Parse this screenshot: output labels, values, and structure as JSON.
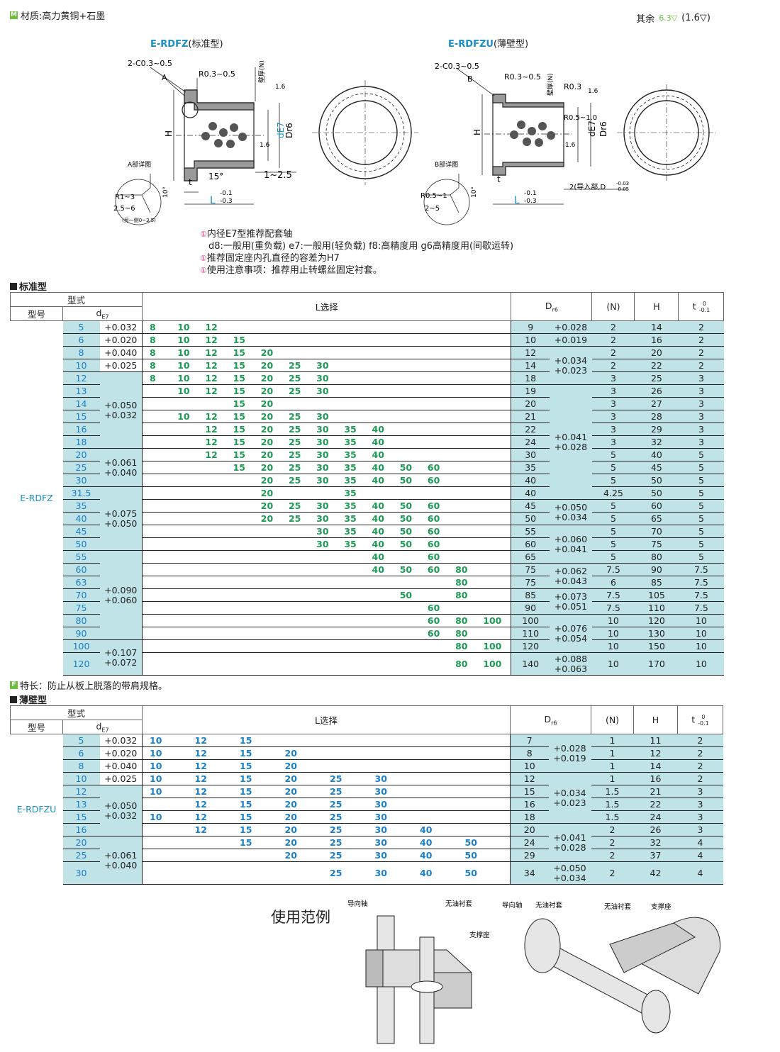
{
  "material": {
    "badge": "M",
    "label": "材质:高力黄铜+石墨"
  },
  "roughness": {
    "prefix": "其余",
    "main": "6.3",
    "alt": "1.6"
  },
  "drawing_std": {
    "title_code": "E-RDFZ",
    "title_type": "(标准型)",
    "chamfer": "2-C0.3~0.5",
    "detail_letter": "A",
    "radius": "R0.3~0.5",
    "wall": "壁厚(N)",
    "finish": "1.6",
    "H": "H",
    "dE7": "dE7",
    "Dr6": "Dr6",
    "angle": "15°",
    "range": "1~2.5",
    "t": "t",
    "L": "L",
    "tol_upper": "-0.1",
    "tol_lower": "-0.3",
    "detail_title": "A部详图",
    "detail_r": "R1~3",
    "detail_w": "2.5~6",
    "detail_note": "(另一侧0~3.5)",
    "detail_ang": "10°"
  },
  "drawing_thin": {
    "title_code": "E-RDFZU",
    "title_type": "(薄壁型)",
    "chamfer": "2-C0.3~0.5",
    "detail_letter": "B",
    "radius": "R0.3~0.5",
    "wall": "壁厚(N)",
    "r2": "R0.3",
    "r3": "R0.5~1.0",
    "finish": "1.6",
    "H": "H",
    "dE7": "dE7",
    "Dr6": "Dr6",
    "t": "t",
    "L": "L",
    "tol_upper": "-0.1",
    "tol_lower": "-0.3",
    "lead": "2(导入部,D",
    "lead_tol_upper": "-0.03",
    "lead_tol_lower": "-0.05",
    "detail_title": "B部详图",
    "detail_r": "R0.5~1",
    "detail_w": "2~5",
    "detail_ang": "10°"
  },
  "notes": [
    {
      "badge": "①",
      "text": "内径E7型推荐配套轴"
    },
    {
      "badge": "",
      "text": "d8:一般用(重负载)   e7:一般用(轻负载)   f8:高精度用   g6高精度用(间歇运转)"
    },
    {
      "badge": "①",
      "text": "推荐固定座内孔直径的容差为H7"
    },
    {
      "badge": "①",
      "text": "使用注意事项：推荐用止转螺丝固定衬套。"
    }
  ],
  "headers": {
    "type": "型式",
    "model": "型号",
    "d": "dE7",
    "L": "L选择",
    "D": "Dr6",
    "N": "(N)",
    "H": "H",
    "t": "t",
    "t_upper": "0",
    "t_lower": "-0.1"
  },
  "standard": {
    "section": "标准型",
    "model": "E-RDFZ",
    "rows": [
      {
        "d": "5",
        "L": [
          "8",
          "10",
          "12",
          "",
          "",
          "",
          "",
          "",
          "",
          "",
          "",
          ""
        ],
        "D": "9",
        "N": "2",
        "H": "14",
        "t": "2"
      },
      {
        "d": "6",
        "L": [
          "8",
          "10",
          "12",
          "15",
          "",
          "",
          "",
          "",
          "",
          "",
          "",
          ""
        ],
        "D": "10",
        "N": "2",
        "H": "16",
        "t": "2"
      },
      {
        "d": "8",
        "L": [
          "8",
          "10",
          "12",
          "15",
          "20",
          "",
          "",
          "",
          "",
          "",
          "",
          ""
        ],
        "D": "12",
        "N": "2",
        "H": "20",
        "t": "2"
      },
      {
        "d": "10",
        "L": [
          "8",
          "10",
          "12",
          "15",
          "20",
          "25",
          "30",
          "",
          "",
          "",
          "",
          ""
        ],
        "D": "14",
        "N": "2",
        "H": "22",
        "t": "2"
      },
      {
        "d": "12",
        "L": [
          "8",
          "10",
          "12",
          "15",
          "20",
          "25",
          "30",
          "",
          "",
          "",
          "",
          ""
        ],
        "D": "18",
        "N": "3",
        "H": "25",
        "t": "3"
      },
      {
        "d": "13",
        "L": [
          "",
          "10",
          "12",
          "15",
          "20",
          "25",
          "30",
          "",
          "",
          "",
          "",
          ""
        ],
        "D": "19",
        "N": "3",
        "H": "26",
        "t": "3"
      },
      {
        "d": "14",
        "L": [
          "",
          "",
          "",
          "15",
          "20",
          "",
          "",
          "",
          "",
          "",
          "",
          ""
        ],
        "D": "20",
        "N": "3",
        "H": "27",
        "t": "3"
      },
      {
        "d": "15",
        "L": [
          "",
          "10",
          "12",
          "15",
          "20",
          "25",
          "30",
          "",
          "",
          "",
          "",
          ""
        ],
        "D": "21",
        "N": "3",
        "H": "28",
        "t": "3"
      },
      {
        "d": "16",
        "L": [
          "",
          "",
          "12",
          "15",
          "20",
          "25",
          "30",
          "35",
          "40",
          "",
          "",
          ""
        ],
        "D": "22",
        "N": "3",
        "H": "29",
        "t": "3"
      },
      {
        "d": "18",
        "L": [
          "",
          "",
          "12",
          "15",
          "20",
          "25",
          "30",
          "35",
          "40",
          "",
          "",
          ""
        ],
        "D": "24",
        "N": "3",
        "H": "32",
        "t": "3"
      },
      {
        "d": "20",
        "L": [
          "",
          "",
          "12",
          "15",
          "20",
          "25",
          "30",
          "35",
          "40",
          "",
          "",
          ""
        ],
        "D": "30",
        "N": "5",
        "H": "40",
        "t": "5"
      },
      {
        "d": "25",
        "L": [
          "",
          "",
          "",
          "15",
          "20",
          "25",
          "30",
          "35",
          "40",
          "50",
          "60",
          ""
        ],
        "D": "35",
        "N": "5",
        "H": "45",
        "t": "5"
      },
      {
        "d": "30",
        "L": [
          "",
          "",
          "",
          "",
          "20",
          "25",
          "30",
          "35",
          "40",
          "50",
          "60",
          ""
        ],
        "D": "40",
        "N": "5",
        "H": "50",
        "t": "5"
      },
      {
        "d": "31.5",
        "L": [
          "",
          "",
          "",
          "",
          "20",
          "",
          "",
          "35",
          "",
          "",
          "",
          ""
        ],
        "D": "40",
        "N": "4.25",
        "H": "50",
        "t": "5"
      },
      {
        "d": "35",
        "L": [
          "",
          "",
          "",
          "",
          "20",
          "25",
          "30",
          "35",
          "40",
          "50",
          "60",
          ""
        ],
        "D": "45",
        "N": "5",
        "H": "60",
        "t": "5"
      },
      {
        "d": "40",
        "L": [
          "",
          "",
          "",
          "",
          "20",
          "25",
          "30",
          "35",
          "40",
          "50",
          "60",
          ""
        ],
        "D": "50",
        "N": "5",
        "H": "65",
        "t": "5"
      },
      {
        "d": "45",
        "L": [
          "",
          "",
          "",
          "",
          "",
          "",
          "30",
          "35",
          "40",
          "50",
          "60",
          ""
        ],
        "D": "55",
        "N": "5",
        "H": "70",
        "t": "5"
      },
      {
        "d": "50",
        "L": [
          "",
          "",
          "",
          "",
          "",
          "",
          "30",
          "35",
          "40",
          "50",
          "60",
          ""
        ],
        "D": "60",
        "N": "5",
        "H": "75",
        "t": "5"
      },
      {
        "d": "55",
        "L": [
          "",
          "",
          "",
          "",
          "",
          "",
          "",
          "",
          "40",
          "",
          "60",
          ""
        ],
        "D": "65",
        "N": "5",
        "H": "80",
        "t": "5"
      },
      {
        "d": "60",
        "L": [
          "",
          "",
          "",
          "",
          "",
          "",
          "",
          "",
          "40",
          "50",
          "60",
          "80"
        ],
        "D": "75",
        "N": "7.5",
        "H": "90",
        "t": "7.5"
      },
      {
        "d": "63",
        "L": [
          "",
          "",
          "",
          "",
          "",
          "",
          "",
          "",
          "",
          "",
          "",
          "80"
        ],
        "D": "75",
        "N": "6",
        "H": "85",
        "t": "7.5"
      },
      {
        "d": "70",
        "L": [
          "",
          "",
          "",
          "",
          "",
          "",
          "",
          "",
          "",
          "50",
          "",
          "80"
        ],
        "D": "85",
        "N": "7.5",
        "H": "105",
        "t": "7.5"
      },
      {
        "d": "75",
        "L": [
          "",
          "",
          "",
          "",
          "",
          "",
          "",
          "",
          "",
          "",
          "60",
          ""
        ],
        "D": "90",
        "N": "7.5",
        "H": "110",
        "t": "7.5"
      },
      {
        "d": "80",
        "L": [
          "",
          "",
          "",
          "",
          "",
          "",
          "",
          "",
          "",
          "",
          "60",
          "80",
          "100"
        ],
        "D": "100",
        "N": "10",
        "H": "120",
        "t": "10"
      },
      {
        "d": "90",
        "L": [
          "",
          "",
          "",
          "",
          "",
          "",
          "",
          "",
          "",
          "",
          "60",
          "80",
          ""
        ],
        "D": "110",
        "N": "10",
        "H": "130",
        "t": "10"
      },
      {
        "d": "100",
        "L": [
          "",
          "",
          "",
          "",
          "",
          "",
          "",
          "",
          "",
          "",
          "",
          "80",
          "100"
        ],
        "D": "120",
        "N": "10",
        "H": "150",
        "t": "10"
      },
      {
        "d": "120",
        "L": [
          "",
          "",
          "",
          "",
          "",
          "",
          "",
          "",
          "",
          "",
          "",
          "80",
          "100"
        ],
        "D": "140",
        "N": "10",
        "H": "170",
        "t": "10"
      }
    ],
    "dtol": [
      {
        "start": 0,
        "span": 1,
        "u": "+0.032",
        "l": ""
      },
      {
        "start": 1,
        "span": 1,
        "u": "+0.020",
        "l": ""
      },
      {
        "start": 2,
        "span": 1,
        "u": "+0.040",
        "l": ""
      },
      {
        "start": 3,
        "span": 1,
        "u": "+0.025",
        "l": ""
      },
      {
        "start": 4,
        "span": 6,
        "u": "+0.050",
        "l": "+0.032"
      },
      {
        "start": 10,
        "span": 3,
        "u": "+0.061",
        "l": "+0.040"
      },
      {
        "start": 13,
        "span": 5,
        "u": "+0.075",
        "l": "+0.050"
      },
      {
        "start": 18,
        "span": 7,
        "u": "+0.090",
        "l": "+0.060"
      },
      {
        "start": 25,
        "span": 2,
        "u": "+0.107",
        "l": "+0.072"
      }
    ],
    "Dtol": [
      {
        "start": 0,
        "span": 1,
        "u": "+0.028",
        "l": ""
      },
      {
        "start": 1,
        "span": 1,
        "u": "+0.019",
        "l": ""
      },
      {
        "start": 2,
        "span": 3,
        "u": "+0.034",
        "l": "+0.023"
      },
      {
        "start": 5,
        "span": 9,
        "u": "+0.041",
        "l": "+0.028"
      },
      {
        "start": 14,
        "span": 2,
        "u": "+0.050",
        "l": "+0.034"
      },
      {
        "start": 16,
        "span": 3,
        "u": "+0.060",
        "l": "+0.041"
      },
      {
        "start": 19,
        "span": 2,
        "u": "+0.062",
        "l": "+0.043"
      },
      {
        "start": 21,
        "span": 2,
        "u": "+0.073",
        "l": "+0.051"
      },
      {
        "start": 23,
        "span": 3,
        "u": "+0.076",
        "l": "+0.054"
      },
      {
        "start": 26,
        "span": 1,
        "u": "+0.088",
        "l": "+0.063"
      }
    ]
  },
  "feature": {
    "badge": "F",
    "text": "特长：防止从板上脱落的带肩规格。"
  },
  "thin": {
    "section": "薄壁型",
    "model": "E-RDFZU",
    "rows": [
      {
        "d": "5",
        "L": [
          "10",
          "12",
          "15",
          "",
          "",
          "",
          "",
          ""
        ],
        "D": "7",
        "N": "1",
        "H": "11",
        "t": "2"
      },
      {
        "d": "6",
        "L": [
          "10",
          "12",
          "15",
          "20",
          "",
          "",
          "",
          ""
        ],
        "D": "8",
        "N": "1",
        "H": "12",
        "t": "2"
      },
      {
        "d": "8",
        "L": [
          "10",
          "12",
          "15",
          "20",
          "",
          "",
          "",
          ""
        ],
        "D": "10",
        "N": "1",
        "H": "14",
        "t": "2"
      },
      {
        "d": "10",
        "L": [
          "10",
          "12",
          "15",
          "20",
          "25",
          "30",
          "",
          ""
        ],
        "D": "12",
        "N": "1",
        "H": "16",
        "t": "2"
      },
      {
        "d": "12",
        "L": [
          "10",
          "12",
          "15",
          "20",
          "25",
          "30",
          "",
          ""
        ],
        "D": "15",
        "N": "1.5",
        "H": "21",
        "t": "3"
      },
      {
        "d": "13",
        "L": [
          "",
          "12",
          "15",
          "20",
          "25",
          "30",
          "",
          ""
        ],
        "D": "16",
        "N": "1.5",
        "H": "22",
        "t": "3"
      },
      {
        "d": "15",
        "L": [
          "10",
          "12",
          "15",
          "20",
          "25",
          "30",
          "",
          ""
        ],
        "D": "18",
        "N": "1.5",
        "H": "24",
        "t": "3"
      },
      {
        "d": "16",
        "L": [
          "",
          "12",
          "15",
          "20",
          "25",
          "30",
          "40",
          ""
        ],
        "D": "20",
        "N": "2",
        "H": "26",
        "t": "3"
      },
      {
        "d": "20",
        "L": [
          "",
          "",
          "15",
          "20",
          "25",
          "30",
          "40",
          "50"
        ],
        "D": "24",
        "N": "2",
        "H": "32",
        "t": "4"
      },
      {
        "d": "25",
        "L": [
          "",
          "",
          "",
          "20",
          "25",
          "30",
          "40",
          "50"
        ],
        "D": "29",
        "N": "2",
        "H": "37",
        "t": "4"
      },
      {
        "d": "30",
        "L": [
          "",
          "",
          "",
          "",
          "25",
          "30",
          "40",
          "50"
        ],
        "D": "34",
        "N": "2",
        "H": "42",
        "t": "4"
      }
    ],
    "dtol": [
      {
        "start": 0,
        "span": 1,
        "u": "+0.032",
        "l": ""
      },
      {
        "start": 1,
        "span": 1,
        "u": "+0.020",
        "l": ""
      },
      {
        "start": 2,
        "span": 1,
        "u": "+0.040",
        "l": ""
      },
      {
        "start": 3,
        "span": 1,
        "u": "+0.025",
        "l": ""
      },
      {
        "start": 4,
        "span": 4,
        "u": "+0.050",
        "l": "+0.032"
      },
      {
        "start": 8,
        "span": 3,
        "u": "+0.061",
        "l": "+0.040"
      }
    ],
    "Dtol": [
      {
        "start": 0,
        "span": 3,
        "u": "+0.028",
        "l": "+0.019"
      },
      {
        "start": 3,
        "span": 4,
        "u": "+0.034",
        "l": "+0.023"
      },
      {
        "start": 7,
        "span": 3,
        "u": "+0.041",
        "l": "+0.028"
      },
      {
        "start": 10,
        "span": 1,
        "u": "+0.050",
        "l": "+0.034"
      }
    ]
  },
  "example": {
    "title": "使用范例",
    "guide_shaft": "导向轴",
    "bushing": "无油衬套",
    "support": "支撑座"
  }
}
